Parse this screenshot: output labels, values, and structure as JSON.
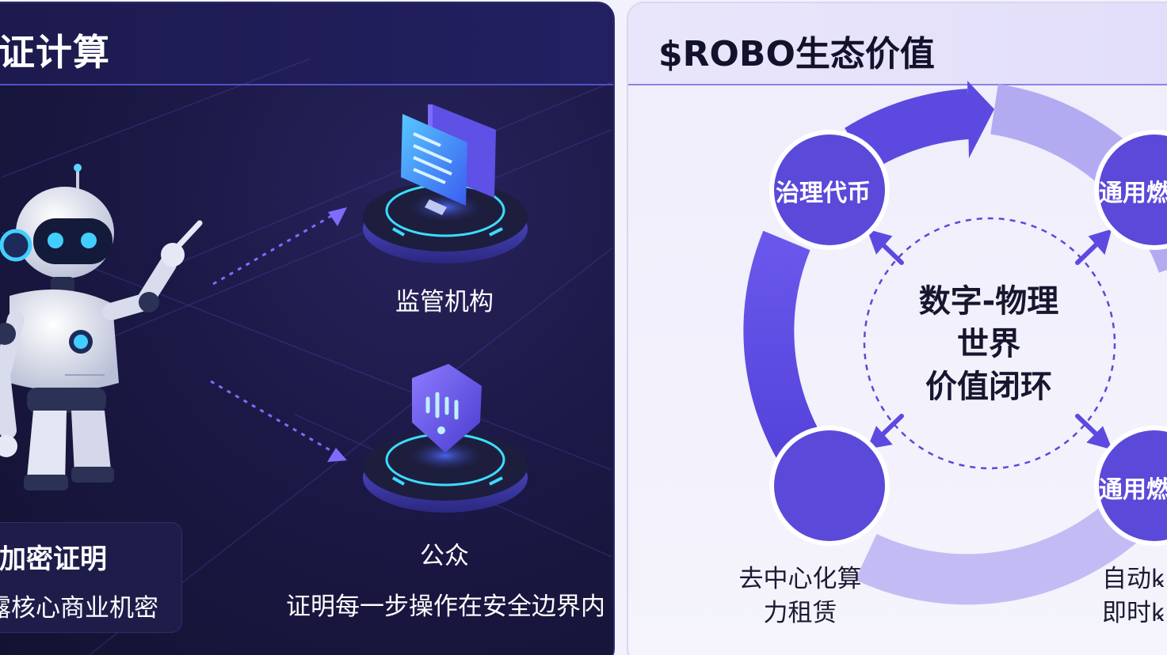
{
  "left": {
    "title": "证计算",
    "targets": {
      "regulator": "监管机构",
      "public": "公众",
      "public_desc": "证明每一步操作在安全边界内"
    },
    "crypto_box": {
      "title": "加密证明",
      "desc": "露核心商业机密"
    },
    "colors": {
      "bg": "#1b1845",
      "accent": "#5f5ae8",
      "glow": "#3fd6ff"
    },
    "icons": [
      "robot-icon",
      "monitor-platform-icon",
      "shield-platform-icon"
    ]
  },
  "right": {
    "title": "$ROBO生态价值",
    "nodes": {
      "governance": "治理代币",
      "gas_top": "通用燃",
      "gas_bottom": "通用燃"
    },
    "center": [
      "数字-物理",
      "世界",
      "价值闭环"
    ],
    "bottom_labels": {
      "compute": [
        "去中心化算",
        "力租赁"
      ],
      "auto": [
        "自动ꝃ",
        "即时ꝃ"
      ]
    },
    "colors": {
      "node": "#5b49d9",
      "ring_dark": "#5c4ae0",
      "ring_light": "#b1a9f0"
    }
  }
}
